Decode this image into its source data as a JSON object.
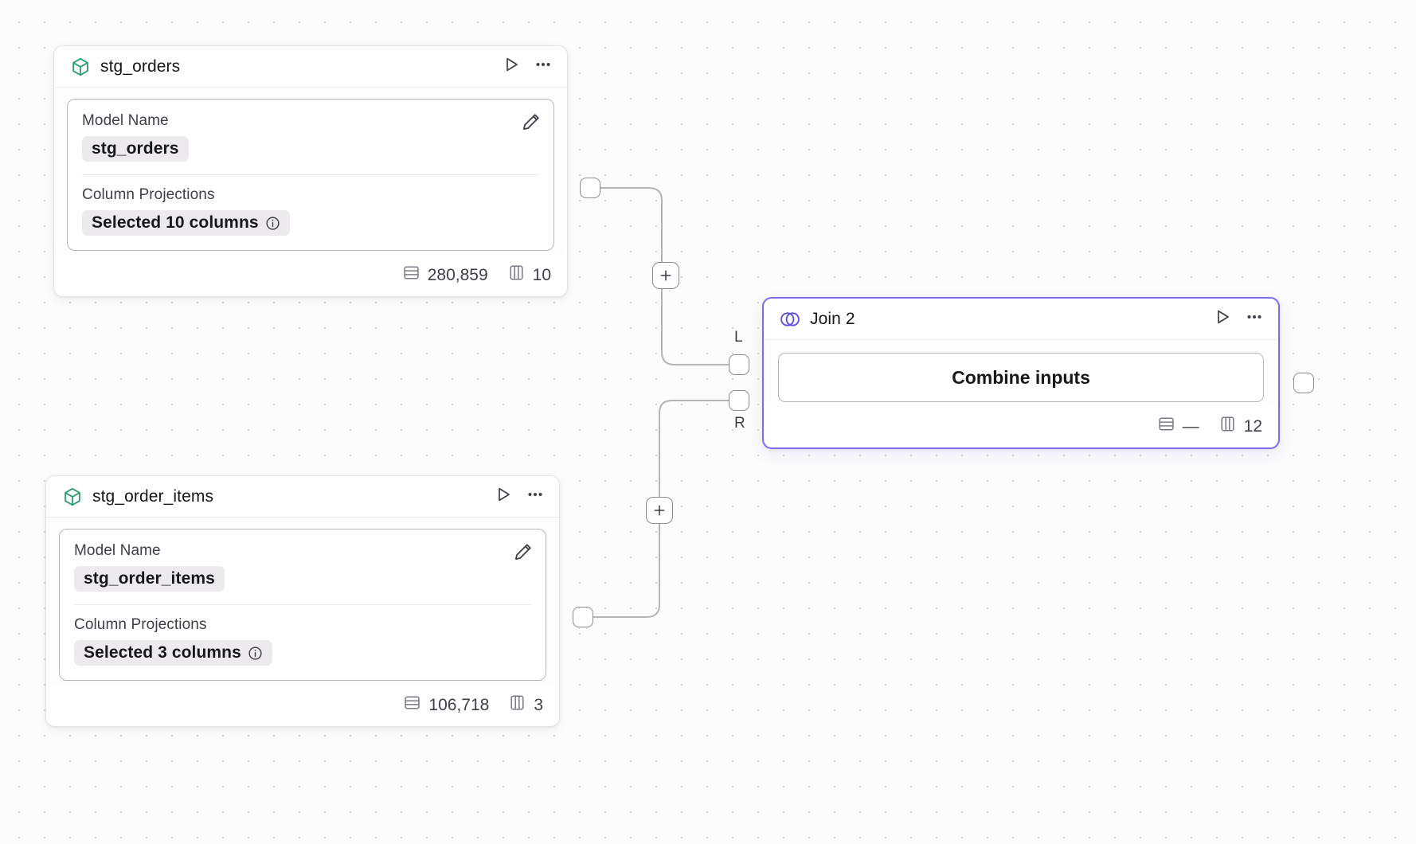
{
  "canvas": {
    "background_color": "#fcfcfc",
    "grid_dot_color": "#d4d4d8"
  },
  "nodes": [
    {
      "id": "stg_orders",
      "type": "model",
      "icon": "cube-icon",
      "icon_color": "#2f9e6e",
      "title": "stg_orders",
      "fields": {
        "model_name_label": "Model Name",
        "model_name_value": "stg_orders",
        "column_projections_label": "Column Projections",
        "column_projections_value": "Selected 10 columns"
      },
      "footer": {
        "rows": "280,859",
        "columns": "10"
      }
    },
    {
      "id": "stg_order_items",
      "type": "model",
      "icon": "cube-icon",
      "icon_color": "#2f9e6e",
      "title": "stg_order_items",
      "fields": {
        "model_name_label": "Model Name",
        "model_name_value": "stg_order_items",
        "column_projections_label": "Column Projections",
        "column_projections_value": "Selected 3 columns"
      },
      "footer": {
        "rows": "106,718",
        "columns": "3"
      }
    },
    {
      "id": "join_2",
      "type": "join",
      "icon": "venn-icon",
      "icon_color": "#5b4ee5",
      "title": "Join 2",
      "selected": true,
      "border_color": "#7c6cf0",
      "button_label": "Combine inputs",
      "ports": {
        "left": "L",
        "right": "R"
      },
      "footer": {
        "rows": "—",
        "columns": "12"
      }
    }
  ],
  "edges": [
    {
      "id": "edge-orders-to-join-left",
      "add_button_label": "+"
    },
    {
      "id": "edge-order-items-to-join-right",
      "add_button_label": "+"
    }
  ],
  "icons": {
    "play": "play-icon",
    "more": "more-options-icon",
    "edit": "pencil-icon",
    "info": "info-icon",
    "rows": "rows-icon",
    "columns": "columns-icon"
  }
}
